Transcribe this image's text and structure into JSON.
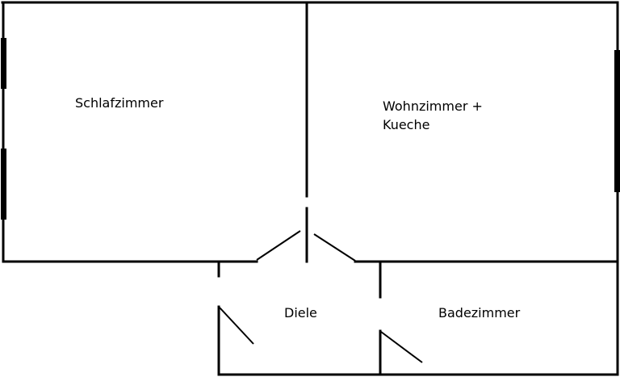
{
  "rooms": {
    "schlafzimmer": "Schlafzimmer",
    "wohnzimmer_line1": "Wohnzimmer +",
    "wohnzimmer_line2": "Kueche",
    "diele": "Diele",
    "badezimmer": "Badezimmer"
  },
  "colors": {
    "background": "#ffffff",
    "wall": "#000000"
  }
}
